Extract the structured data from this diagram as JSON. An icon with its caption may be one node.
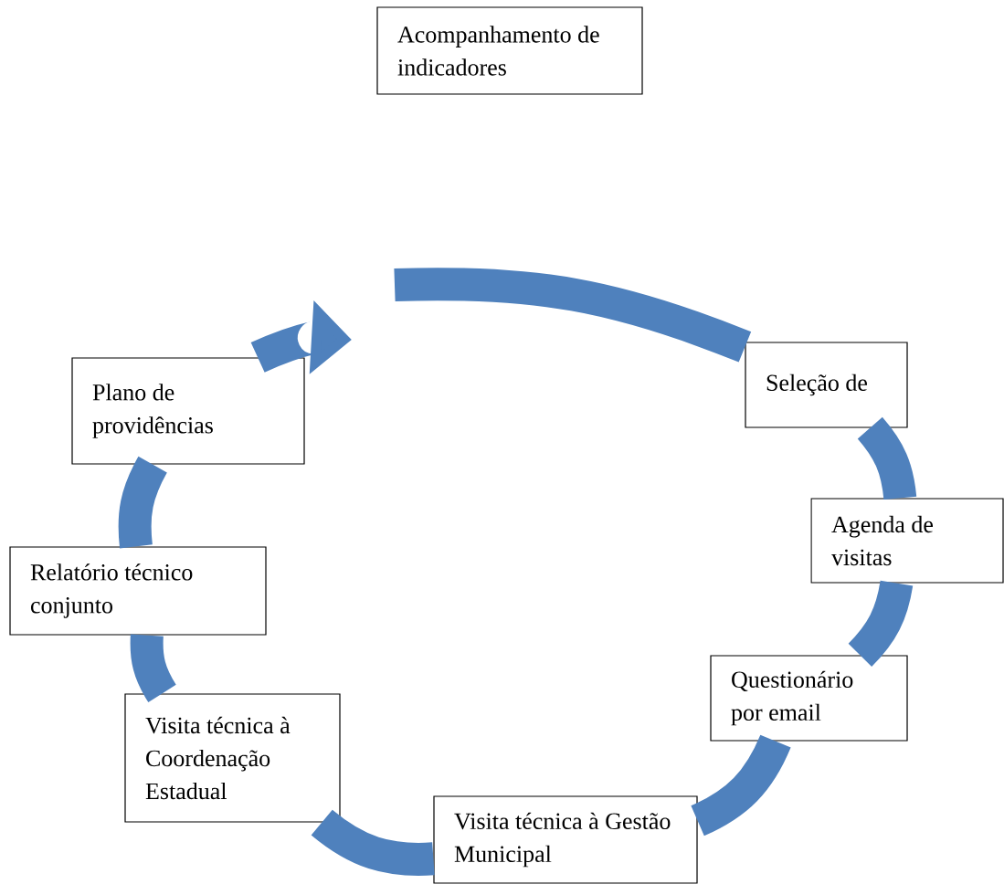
{
  "diagram": {
    "nodes": [
      {
        "text": [
          "Acompanhamento de indicadores"
        ]
      },
      {
        "text": [
          "Seleção de"
        ]
      },
      {
        "text": [
          "Agenda de visitas"
        ]
      },
      {
        "text": [
          "Questionário por email"
        ]
      },
      {
        "text": [
          "Visita técnica à Gestão Municipal"
        ]
      },
      {
        "text": [
          "Visita técnica à Coordenação Estadual"
        ]
      },
      {
        "text": [
          "Relatório técnico conjunto"
        ]
      },
      {
        "text": [
          "Plano de providências"
        ]
      }
    ],
    "edges": [
      {
        "from": null,
        "to": 1,
        "arrow": "none"
      },
      {
        "from": 1,
        "to": 2,
        "arrow": "none"
      },
      {
        "from": 2,
        "to": 3,
        "arrow": "none"
      },
      {
        "from": 3,
        "to": 4,
        "arrow": "none"
      },
      {
        "from": 4,
        "to": 5,
        "arrow": "none"
      },
      {
        "from": 5,
        "to": 6,
        "arrow": "none"
      },
      {
        "from": 6,
        "to": 7,
        "arrow": "none"
      },
      {
        "from": 7,
        "to": null,
        "arrow": "to"
      }
    ]
  }
}
